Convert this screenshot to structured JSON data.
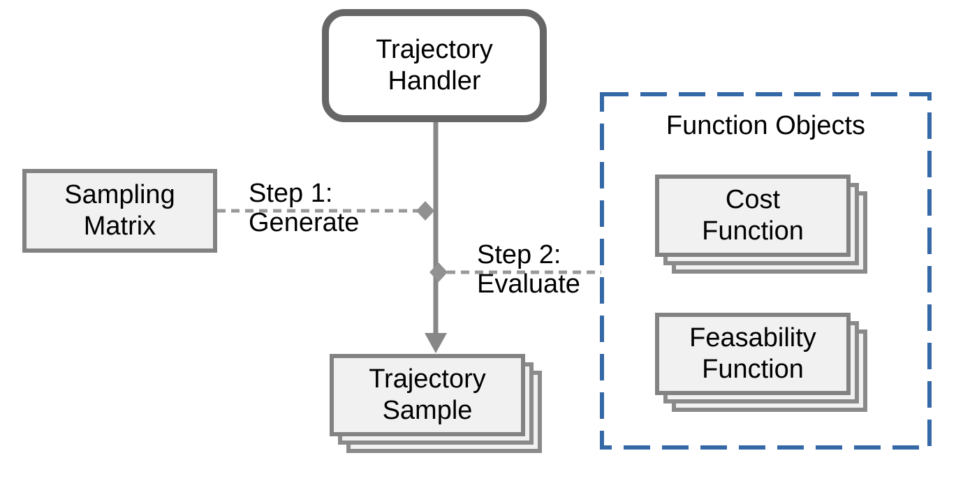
{
  "nodes": {
    "trajectory_handler": {
      "label": "Trajectory\nHandler"
    },
    "sampling_matrix": {
      "label": "Sampling\nMatrix"
    },
    "trajectory_sample": {
      "label": "Trajectory\nSample"
    },
    "cost_function": {
      "label": "Cost\nFunction"
    },
    "feasability_function": {
      "label": "Feasability\nFunction"
    }
  },
  "groups": {
    "function_objects": {
      "title": "Function Objects"
    }
  },
  "edges": {
    "step1": {
      "label": "Step 1:\nGenerate"
    },
    "step2": {
      "label": "Step 2:\nEvaluate"
    }
  },
  "colors": {
    "handler_border": "#666666",
    "card_border": "#828282",
    "card_fill": "#f1f1f1",
    "connector_gray": "#878787",
    "dashed_gray": "#999999",
    "group_border_blue": "#3568a6",
    "text": "#000000",
    "background": "#ffffff"
  }
}
